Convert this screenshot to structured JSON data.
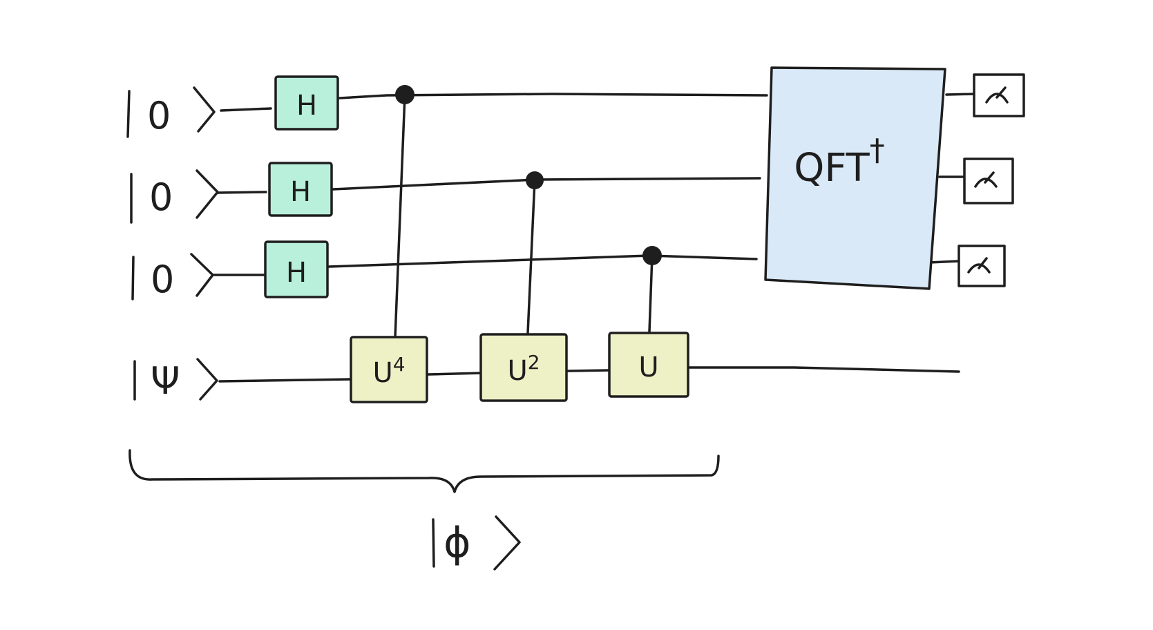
{
  "colors": {
    "hadamard_fill": "#b9f0dc",
    "unitary_fill": "#eef0c6",
    "qft_fill": "#d9e9f8",
    "ink": "#1e1e1e",
    "background": "#ffffff"
  },
  "inputs": [
    {
      "bar": "|",
      "symbol": "0"
    },
    {
      "bar": "|",
      "symbol": "0"
    },
    {
      "bar": "|",
      "symbol": "0"
    },
    {
      "bar": "|",
      "symbol": "Ψ"
    }
  ],
  "hadamard_gates": [
    {
      "label": "H"
    },
    {
      "label": "H"
    },
    {
      "label": "H"
    }
  ],
  "controlled_unitaries": [
    {
      "base": "U",
      "power": "4"
    },
    {
      "base": "U",
      "power": "2"
    },
    {
      "base": "U",
      "power": ""
    }
  ],
  "qft": {
    "label": "QFT",
    "dagger": "†"
  },
  "measurements": [
    {
      "icon": "meter-icon"
    },
    {
      "icon": "meter-icon"
    },
    {
      "icon": "meter-icon"
    }
  ],
  "brace_label": {
    "bar": "|",
    "symbol": "ϕ"
  }
}
